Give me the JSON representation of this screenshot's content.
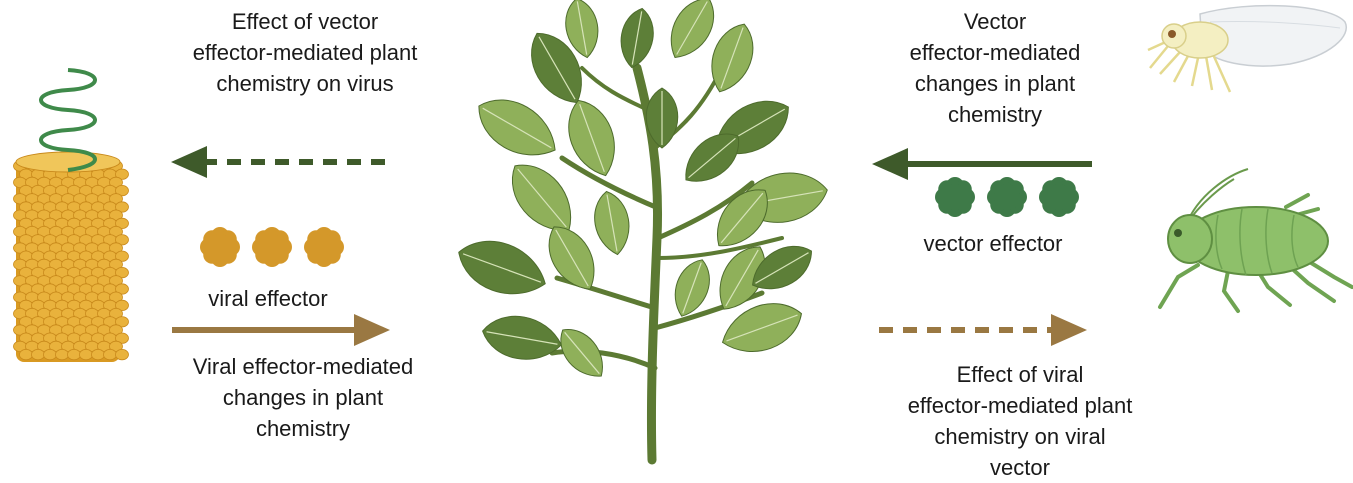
{
  "labels": {
    "top_left": "Effect of vector\neffector-mediated plant\nchemistry on virus",
    "bottom_left": "Viral effector-mediated\nchanges in plant\nchemistry",
    "viral_effector": "viral effector",
    "top_right": "Vector\neffector-mediated\nchanges in plant\nchemistry",
    "vector_effector": "vector effector",
    "bottom_right": "Effect of viral\neffector-mediated plant\nchemistry on viral\nvector"
  },
  "colors": {
    "dark_green": "#3e5a2a",
    "brown": "#9a7842",
    "viral_effector": "#d4982a",
    "vector_effector": "#3e7a48",
    "leaf": "#8fb05a",
    "leaf_dark": "#5d7f38",
    "stem": "#5c7a33",
    "virus": "#e9b23c",
    "helix": "#3f8a4a",
    "aphid": "#8ec06a",
    "whitefly_body": "#f4efc2",
    "whitefly_wing": "#f1f3f5"
  },
  "icons": [
    "virus-icon",
    "plant-icon",
    "whitefly-icon",
    "aphid-icon",
    "viral-effector-icon",
    "vector-effector-icon"
  ]
}
